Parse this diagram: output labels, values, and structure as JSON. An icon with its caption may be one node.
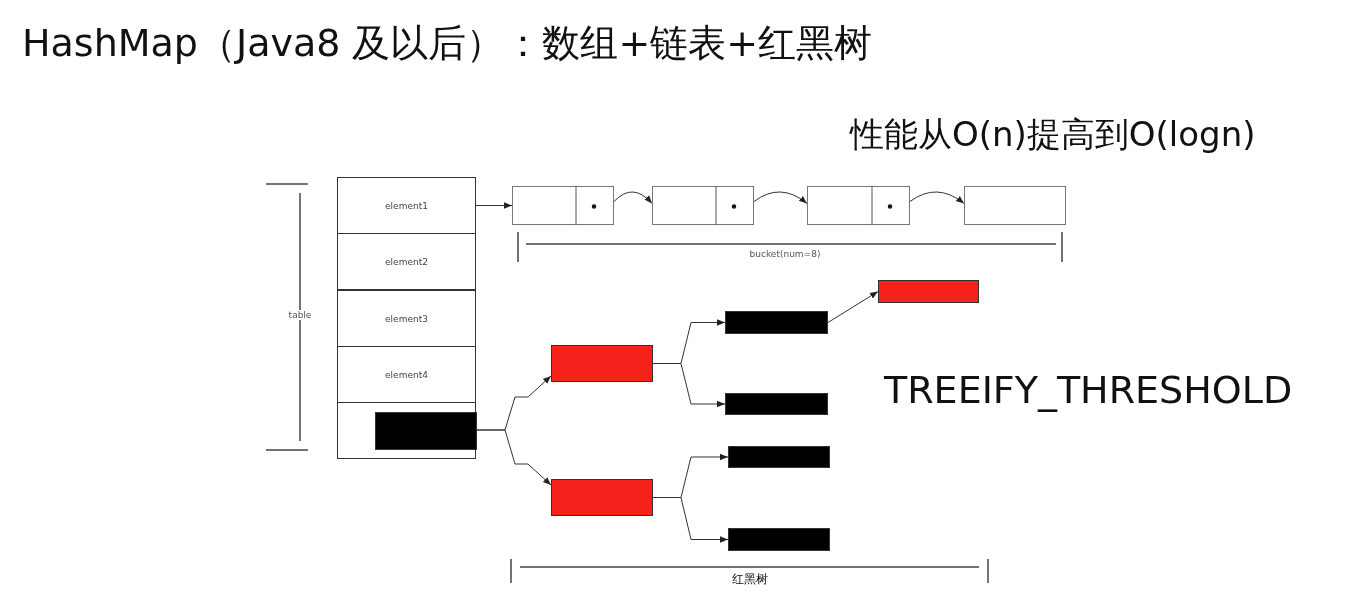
{
  "diagram": {
    "title": "HashMap（Java8 及以后）：数组+链表+红黑树",
    "nodes": [
      {
        "text": [
          "element1"
        ]
      },
      {
        "text": [
          "element2"
        ]
      },
      {
        "text": [
          "element3"
        ]
      },
      {
        "text": [
          "element4"
        ]
      },
      {
        "text": [],
        "shape": "box"
      },
      {
        "text": [],
        "shape": "box",
        "in": 4
      },
      {
        "text": [],
        "shape": "box"
      },
      {
        "text": [],
        "shape": "box"
      },
      {
        "text": [],
        "shape": "box"
      },
      {
        "text": [],
        "shape": "box"
      },
      {
        "text": [],
        "shape": "box"
      },
      {
        "text": [],
        "shape": "box"
      },
      {
        "text": [],
        "shape": "box"
      },
      {
        "text": [],
        "shape": "box"
      },
      {
        "text": [],
        "shape": "box"
      },
      {
        "text": [],
        "shape": "box"
      },
      {
        "text": [],
        "shape": "box"
      }
    ],
    "edges": [
      {
        "from": 0,
        "to": 6,
        "arrow": "to"
      },
      {
        "from": 6,
        "to": 7,
        "arrow": "to"
      },
      {
        "from": 7,
        "to": 8,
        "arrow": "to"
      },
      {
        "from": 8,
        "to": 9,
        "arrow": "to"
      },
      {
        "from": 5,
        "to": 10,
        "arrow": "to"
      },
      {
        "from": 5,
        "to": 11,
        "arrow": "to"
      },
      {
        "from": 10,
        "to": 12,
        "arrow": "to"
      },
      {
        "from": 10,
        "to": 13,
        "arrow": "to"
      },
      {
        "from": 12,
        "to": 16,
        "arrow": "to"
      },
      {
        "from": 11,
        "to": 14,
        "arrow": "to"
      },
      {
        "from": 11,
        "to": 15,
        "arrow": "to"
      }
    ],
    "labels": [
      "性能从O(n)提高到O(logn)",
      "table",
      "bucket(num=8)",
      "TREEIFY_THRESHOLD",
      "红黑树"
    ]
  }
}
